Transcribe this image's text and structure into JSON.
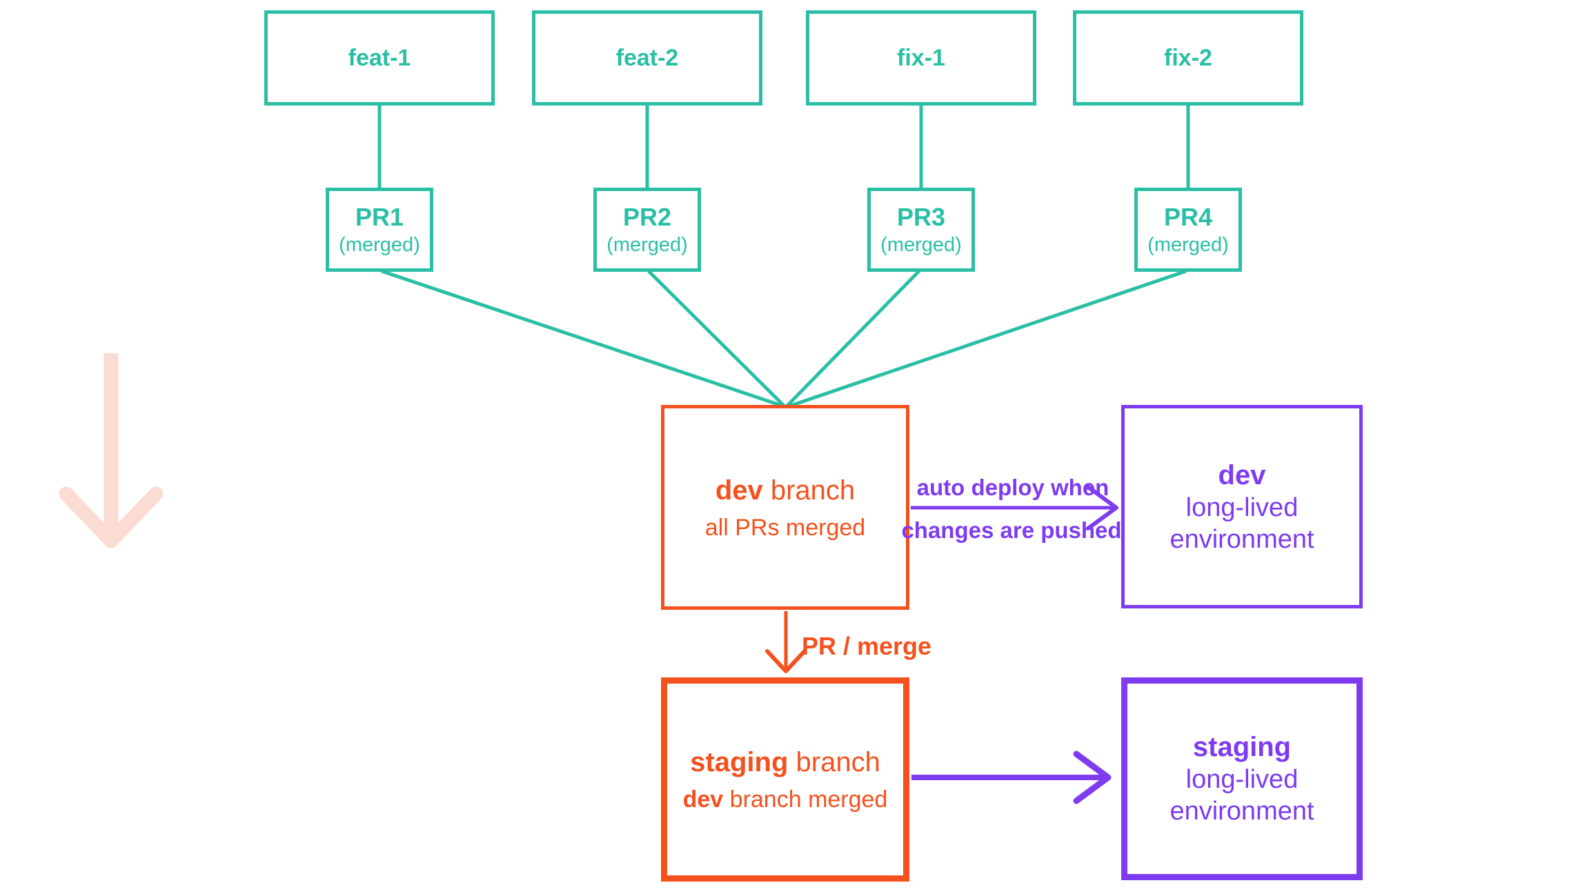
{
  "diagram": {
    "feature_branches": [
      {
        "label": "feat-1",
        "pr_label": "PR1",
        "pr_status": "(merged)"
      },
      {
        "label": "feat-2",
        "pr_label": "PR2",
        "pr_status": "(merged)"
      },
      {
        "label": "fix-1",
        "pr_label": "PR3",
        "pr_status": "(merged)"
      },
      {
        "label": "fix-2",
        "pr_label": "PR4",
        "pr_status": "(merged)"
      }
    ],
    "dev_branch": {
      "name": "dev",
      "name_rest": " branch",
      "subtitle": "all PRs merged"
    },
    "dev_environment": {
      "name": "dev",
      "type_line1": "long-lived",
      "type_line2": "environment"
    },
    "staging_branch": {
      "name": "staging",
      "name_rest": " branch",
      "subtitle_bold": "dev",
      "subtitle_rest": " branch merged"
    },
    "staging_environment": {
      "name": "staging",
      "type_line1": "long-lived",
      "type_line2": "environment"
    },
    "labels": {
      "auto_deploy_line1": "auto deploy when",
      "auto_deploy_line2": "changes are pushed",
      "pr_merge": "PR / merge"
    },
    "colors": {
      "teal": "#2abfa5",
      "orange": "#f4511e",
      "purple": "#7e3bf0",
      "pink": "#fbdcd2"
    }
  }
}
